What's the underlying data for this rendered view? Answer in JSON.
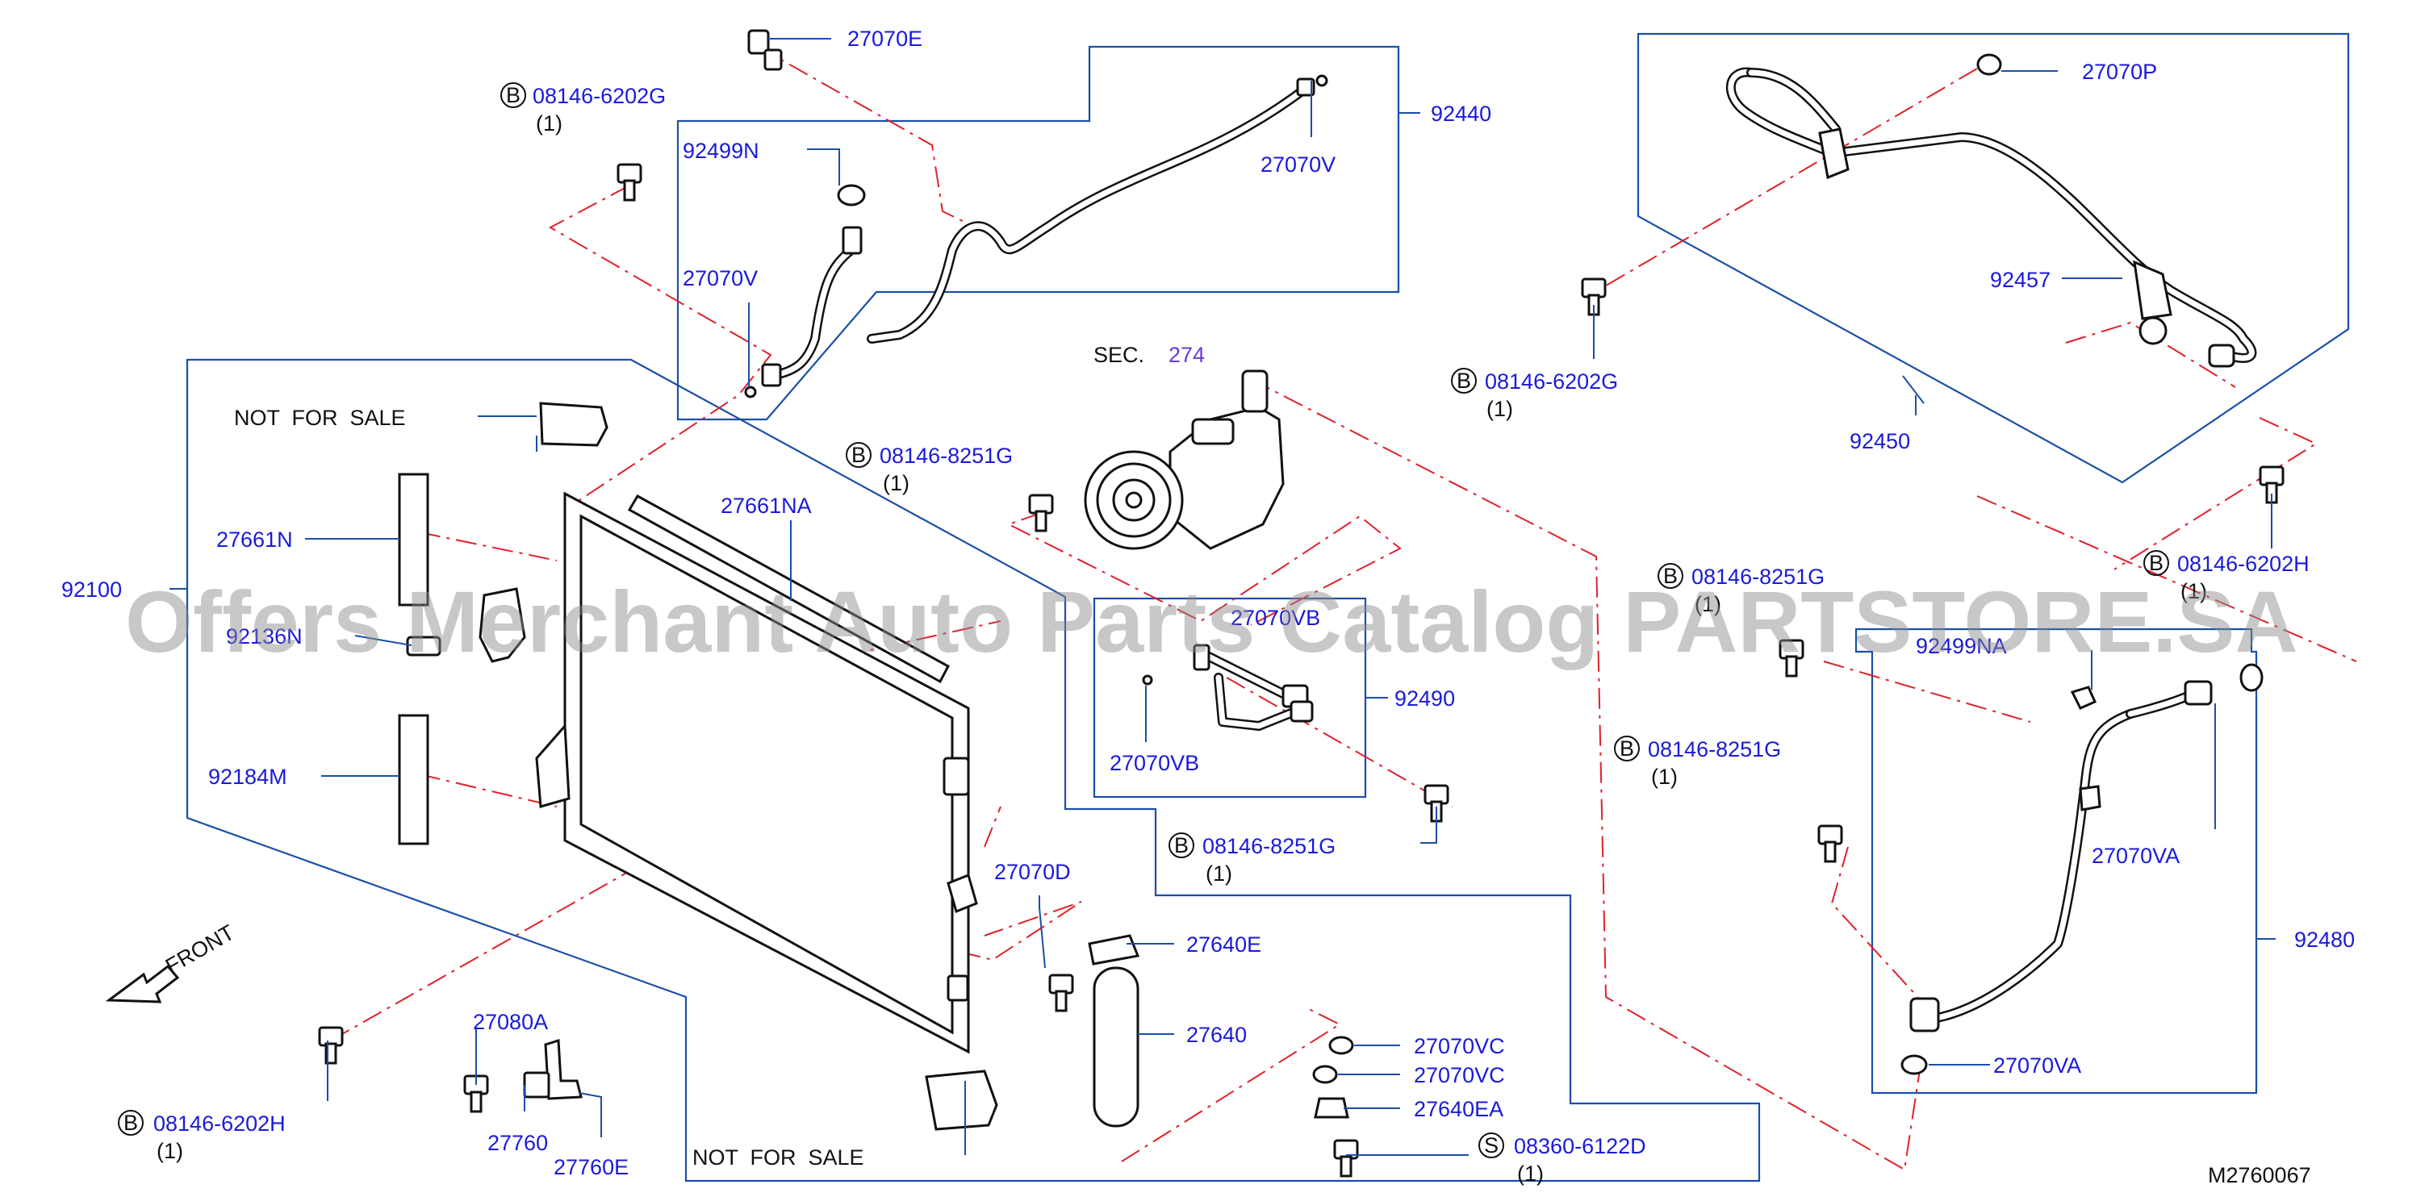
{
  "diagram_id": "M2760067",
  "watermark": "Offers Merchant Auto Parts Catalog PARTSTORE.SA",
  "section_ref": {
    "prefix": "SEC.",
    "number": "274"
  },
  "not_for_sale": "NOT  FOR  SALE",
  "front": "FRONT",
  "circle_b": "B",
  "circle_s": "S",
  "labels": {
    "p27070E": "27070E",
    "p92440": "92440",
    "p92499N": "92499N",
    "p27070V_a": "27070V",
    "p27070V_b": "27070V",
    "p92100": "92100",
    "p27661N": "27661N",
    "p27661NA": "27661NA",
    "p92136N": "92136N",
    "p92184M": "92184M",
    "p27070VB_a": "27070VB",
    "p27070VB_b": "27070VB",
    "p92490": "92490",
    "p27070D": "27070D",
    "p27640E": "27640E",
    "p27640": "27640",
    "p27080A": "27080A",
    "p27760": "27760",
    "p27760E": "27760E",
    "p27070VC_a": "27070VC",
    "p27070VC_b": "27070VC",
    "p27640EA": "27640EA",
    "p27070P": "27070P",
    "p92457": "92457",
    "p92450": "92450",
    "p92499NA": "92499NA",
    "p27070VA_a": "27070VA",
    "p27070VA_b": "27070VA",
    "p92480": "92480"
  },
  "bolts": [
    {
      "code": "08146-6202G",
      "qty": "(1)"
    },
    {
      "code": "08146-8251G",
      "qty": "(1)"
    },
    {
      "code": "08146-6202G",
      "qty": "(1)"
    },
    {
      "code": "08146-8251G",
      "qty": "(1)"
    },
    {
      "code": "08146-6202H",
      "qty": "(1)"
    },
    {
      "code": "08146-8251G",
      "qty": "(1)"
    },
    {
      "code": "08146-8251G",
      "qty": "(1)"
    },
    {
      "code": "08146-6202H",
      "qty": "(1)"
    },
    {
      "code": "08360-6122D",
      "qty": "(1)"
    }
  ]
}
